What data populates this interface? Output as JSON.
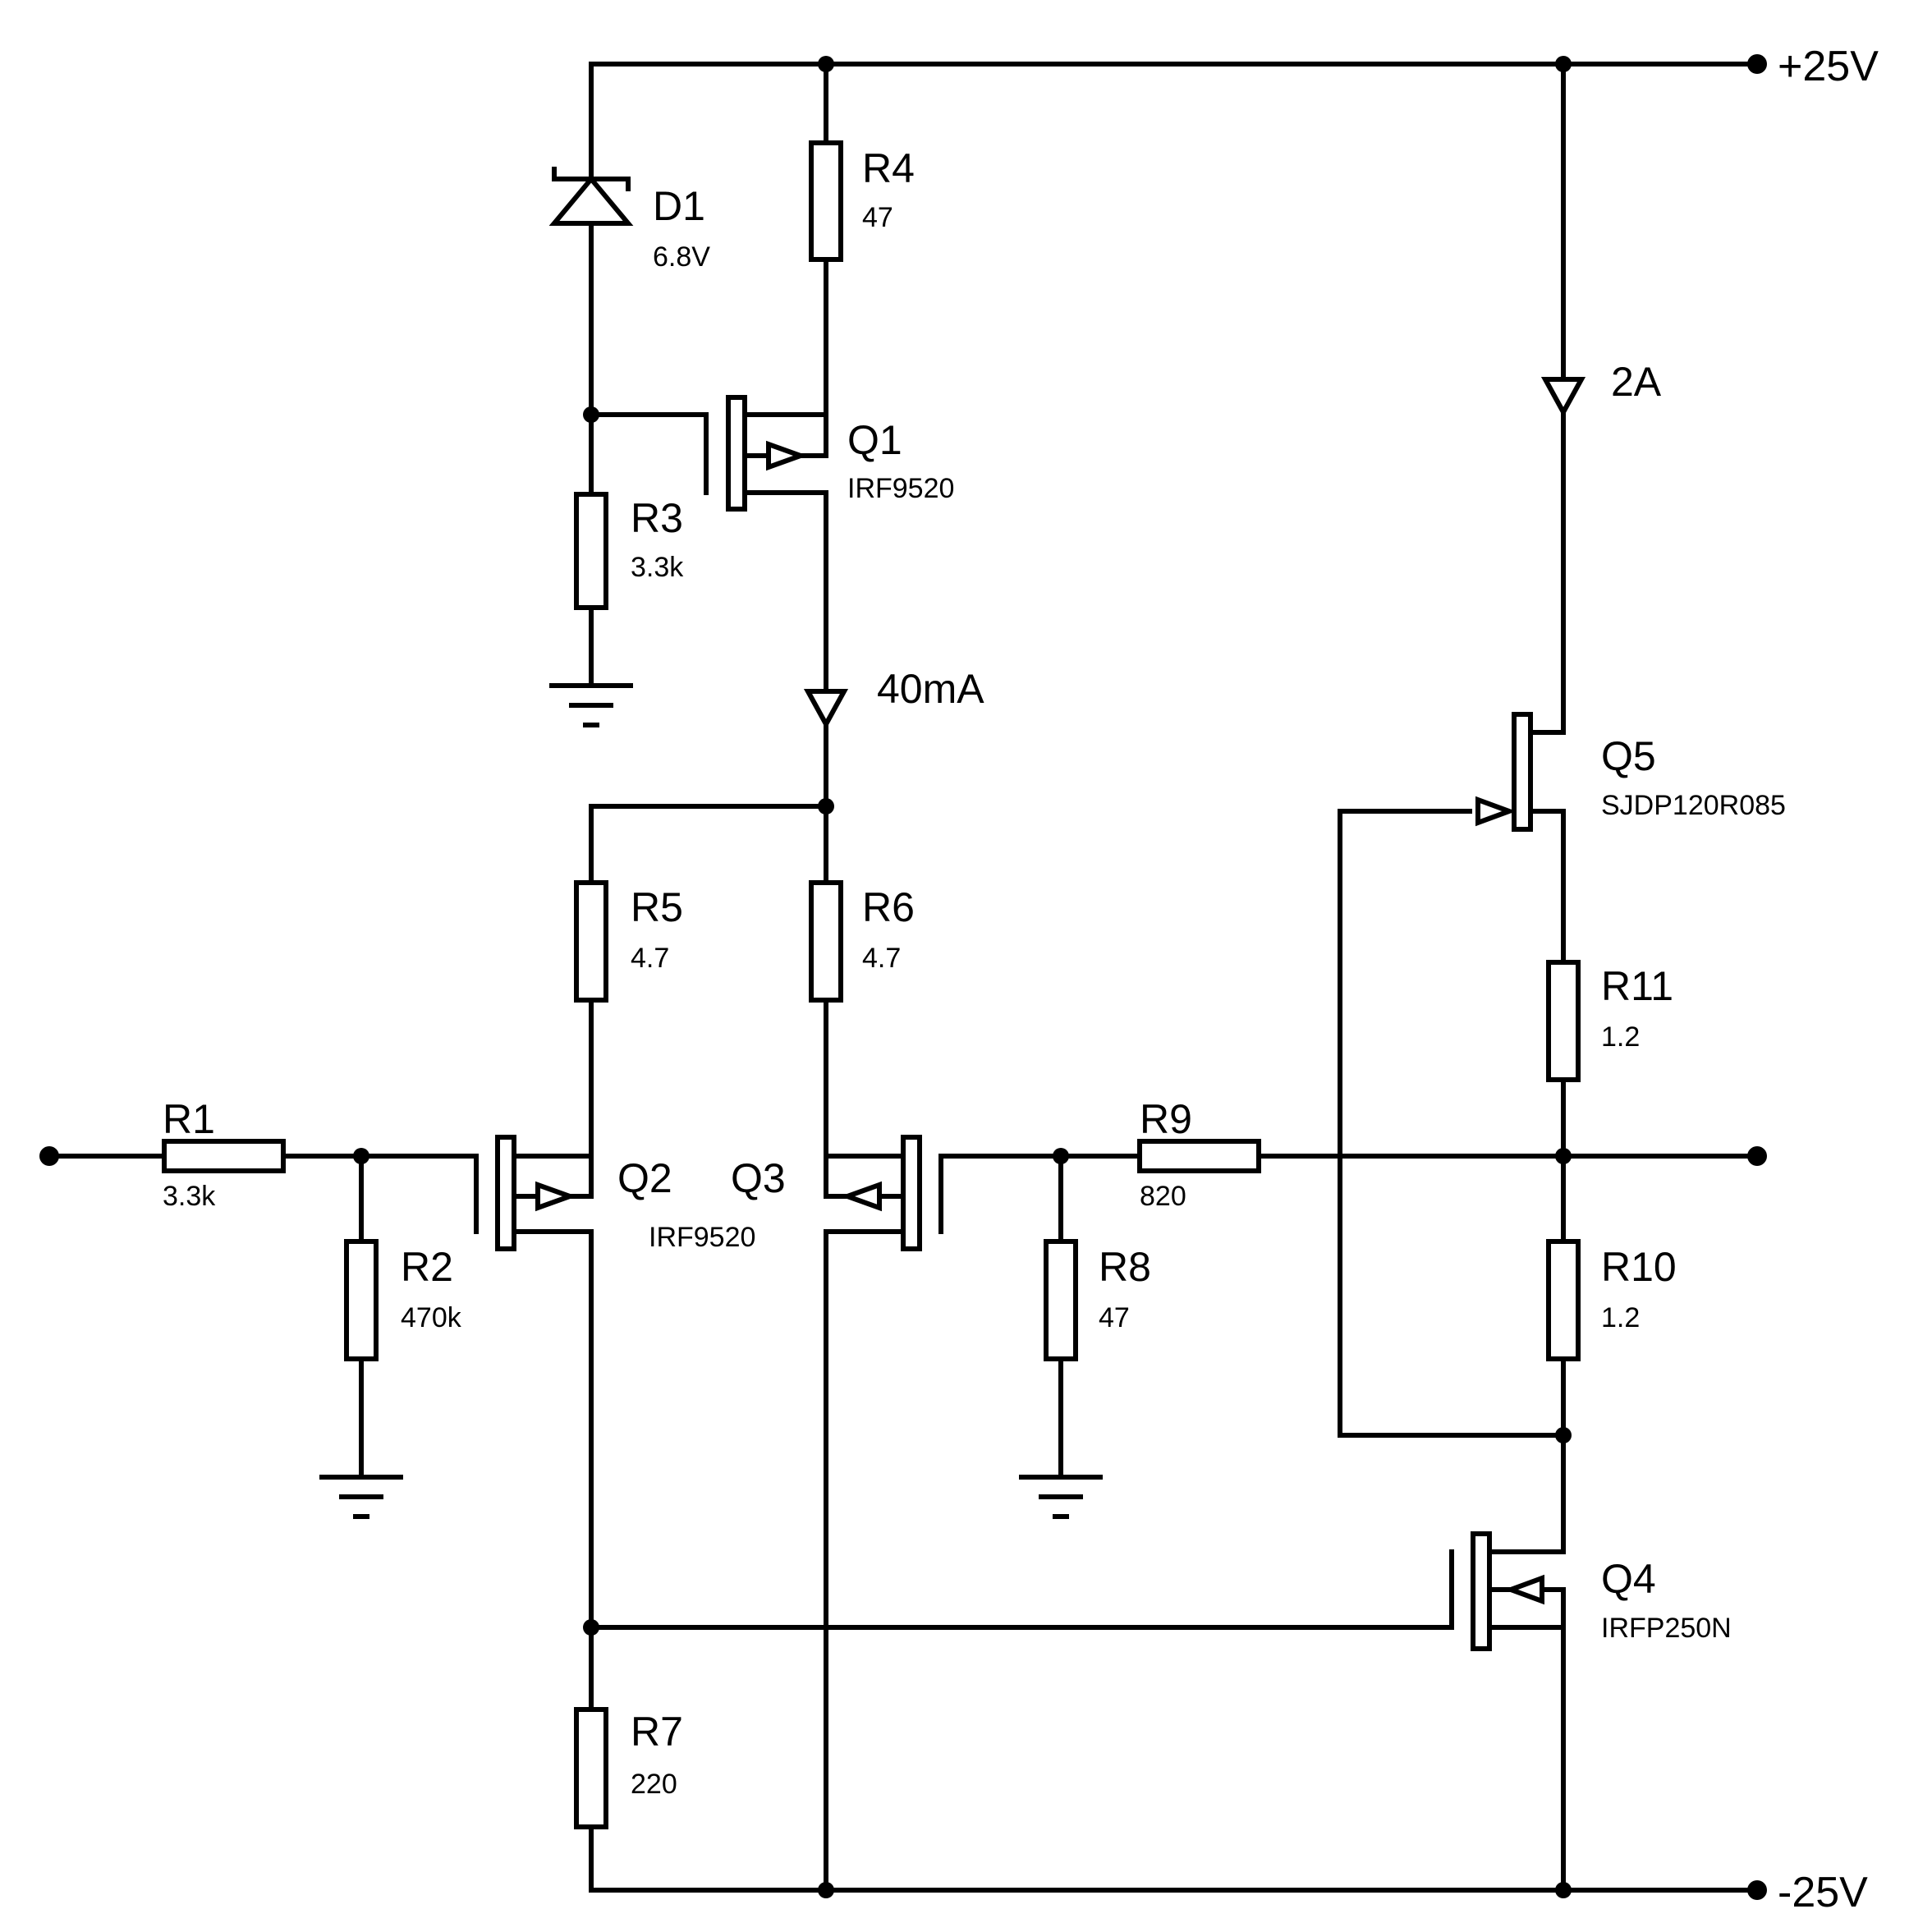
{
  "rails": {
    "positive": "+25V",
    "negative": "-25V"
  },
  "currents": {
    "q1_drain": "40mA",
    "q5_drain": "2A"
  },
  "components": {
    "D1": {
      "ref": "D1",
      "value": "6.8V"
    },
    "R1": {
      "ref": "R1",
      "value": "3.3k"
    },
    "R2": {
      "ref": "R2",
      "value": "470k"
    },
    "R3": {
      "ref": "R3",
      "value": "3.3k"
    },
    "R4": {
      "ref": "R4",
      "value": "47"
    },
    "R5": {
      "ref": "R5",
      "value": "4.7"
    },
    "R6": {
      "ref": "R6",
      "value": "4.7"
    },
    "R7": {
      "ref": "R7",
      "value": "220"
    },
    "R8": {
      "ref": "R8",
      "value": "47"
    },
    "R9": {
      "ref": "R9",
      "value": "820"
    },
    "R10": {
      "ref": "R10",
      "value": "1.2"
    },
    "R11": {
      "ref": "R11",
      "value": "1.2"
    },
    "Q1": {
      "ref": "Q1",
      "value": "IRF9520"
    },
    "Q2": {
      "ref": "Q2"
    },
    "Q3": {
      "ref": "Q3"
    },
    "Q2_Q3_part": {
      "value": "IRF9520"
    },
    "Q4": {
      "ref": "Q4",
      "value": "IRFP250N"
    },
    "Q5": {
      "ref": "Q5",
      "value": "SJDP120R085"
    }
  }
}
